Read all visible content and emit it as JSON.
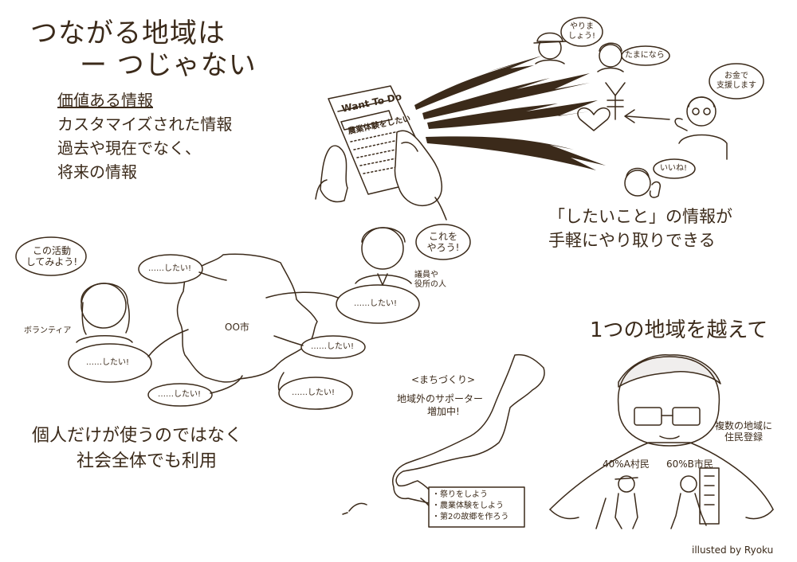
{
  "title": {
    "line1": "つながる地域は",
    "line2": "ー つじゃない"
  },
  "info": {
    "heading": "価値ある情報",
    "lines": [
      "カスタマイズされた情報",
      "過去や現在でなく、",
      "将来の情報"
    ]
  },
  "tablet": {
    "header": "Want To Do",
    "item": "農業体験をしたい"
  },
  "bubbles_top": {
    "yarimasho": "やりま\nしょう!",
    "tamanara": "たまになら",
    "okane": "お金で\n支援します",
    "iine": "いいね!"
  },
  "share": {
    "line1": "「したいこと」の情報が",
    "line2": "手軽にやり取りできる"
  },
  "city": {
    "name": "OO市",
    "volunteer_bubble": "この活動\nしてみよう!",
    "volunteer_label": "ボランティア",
    "official_bubble": "これを\nやろう!",
    "official_label": "議員や\n役所の人",
    "wants": [
      "……したい!",
      "……したい!",
      "……したい!",
      "……したい!",
      "……したい!",
      "……したい!"
    ]
  },
  "individual": {
    "line1": "個人だけが使うのではなく",
    "line2": "社会全体でも利用"
  },
  "machi": {
    "heading": "<まちづくり>",
    "line1": "地域外のサポーター",
    "line2": "増加中!",
    "list": [
      "・祭りをしよう",
      "・農業体験をしよう",
      "・第2の故郷を作ろう"
    ]
  },
  "beyond": {
    "title": "1つの地域を越えて",
    "registry": "複数の地域に\n住民登録",
    "villageA": "40%A村民",
    "cityB": "60%B市民"
  },
  "credit": "illusted by Ryoku"
}
